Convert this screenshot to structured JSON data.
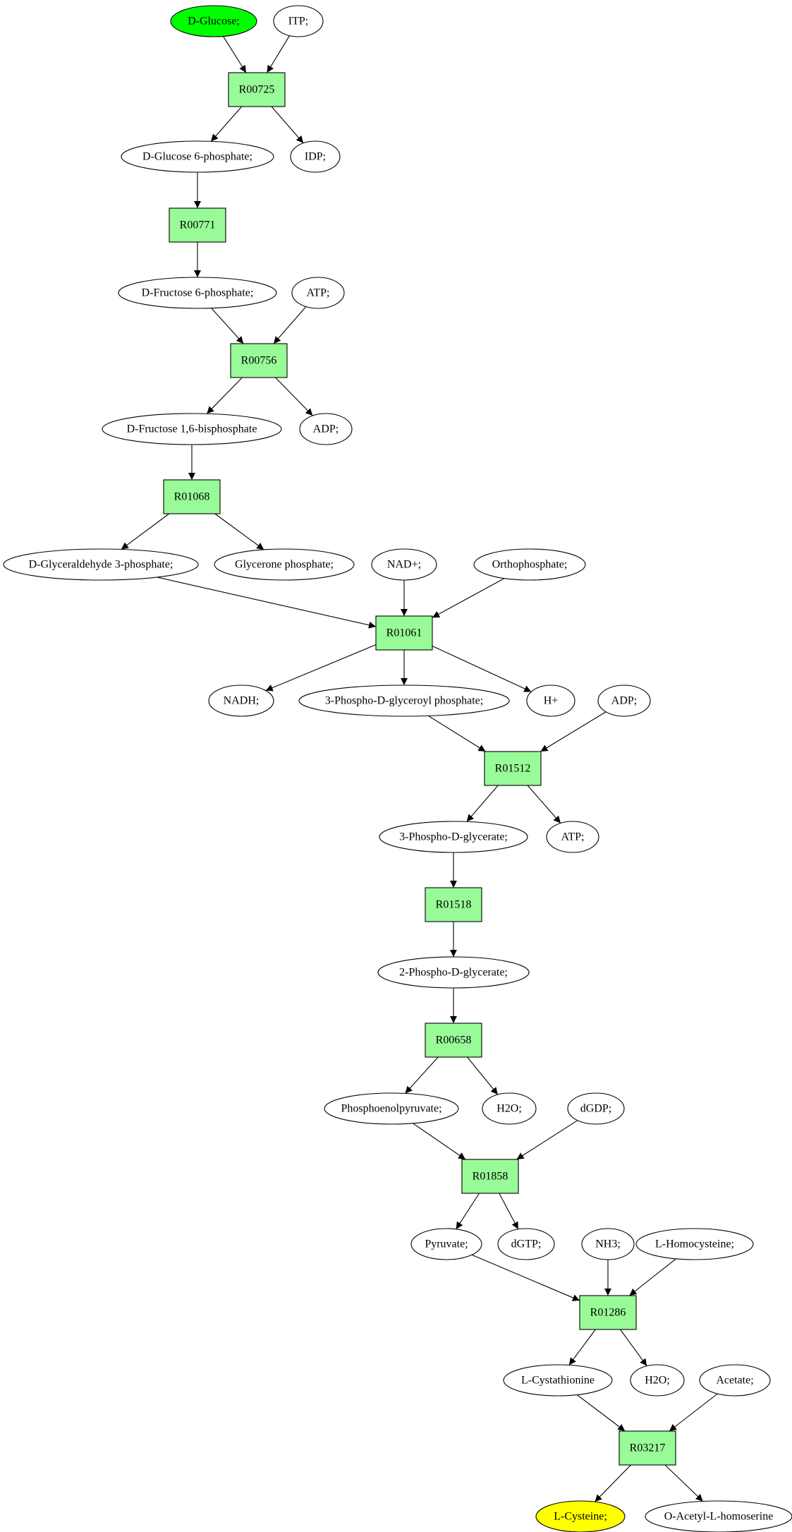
{
  "colors": {
    "reaction_fill": "#98fb98",
    "start_fill": "#00ff00",
    "end_fill": "#ffff00",
    "default_fill": "#ffffff",
    "stroke": "#000000"
  },
  "nodes": [
    {
      "id": "dglucose",
      "label": "D-Glucose;",
      "shape": "ellipse",
      "role": "start"
    },
    {
      "id": "itp",
      "label": "ITP;",
      "shape": "ellipse"
    },
    {
      "id": "r00725",
      "label": "R00725",
      "shape": "box"
    },
    {
      "id": "g6p",
      "label": "D-Glucose 6-phosphate;",
      "shape": "ellipse"
    },
    {
      "id": "idp",
      "label": "IDP;",
      "shape": "ellipse"
    },
    {
      "id": "r00771",
      "label": "R00771",
      "shape": "box"
    },
    {
      "id": "f6p",
      "label": "D-Fructose 6-phosphate;",
      "shape": "ellipse"
    },
    {
      "id": "atp1",
      "label": "ATP;",
      "shape": "ellipse"
    },
    {
      "id": "r00756",
      "label": "R00756",
      "shape": "box"
    },
    {
      "id": "fbp",
      "label": "D-Fructose 1,6-bisphosphate",
      "shape": "ellipse"
    },
    {
      "id": "adp1",
      "label": "ADP;",
      "shape": "ellipse"
    },
    {
      "id": "r01068",
      "label": "R01068",
      "shape": "box"
    },
    {
      "id": "g3p",
      "label": "D-Glyceraldehyde 3-phosphate;",
      "shape": "ellipse"
    },
    {
      "id": "dhap",
      "label": "Glycerone phosphate;",
      "shape": "ellipse"
    },
    {
      "id": "nad",
      "label": "NAD+;",
      "shape": "ellipse"
    },
    {
      "id": "pi",
      "label": "Orthophosphate;",
      "shape": "ellipse"
    },
    {
      "id": "r01061",
      "label": "R01061",
      "shape": "box"
    },
    {
      "id": "nadh",
      "label": "NADH;",
      "shape": "ellipse"
    },
    {
      "id": "bpg",
      "label": "3-Phospho-D-glyceroyl phosphate;",
      "shape": "ellipse"
    },
    {
      "id": "hplus",
      "label": "H+",
      "shape": "ellipse"
    },
    {
      "id": "adp2",
      "label": "ADP;",
      "shape": "ellipse"
    },
    {
      "id": "r01512",
      "label": "R01512",
      "shape": "box"
    },
    {
      "id": "pg3",
      "label": "3-Phospho-D-glycerate;",
      "shape": "ellipse"
    },
    {
      "id": "atp2",
      "label": "ATP;",
      "shape": "ellipse"
    },
    {
      "id": "r01518",
      "label": "R01518",
      "shape": "box"
    },
    {
      "id": "pg2",
      "label": "2-Phospho-D-glycerate;",
      "shape": "ellipse"
    },
    {
      "id": "r00658",
      "label": "R00658",
      "shape": "box"
    },
    {
      "id": "pep",
      "label": "Phosphoenolpyruvate;",
      "shape": "ellipse"
    },
    {
      "id": "h2o1",
      "label": "H2O;",
      "shape": "ellipse"
    },
    {
      "id": "dgdp",
      "label": "dGDP;",
      "shape": "ellipse"
    },
    {
      "id": "r01858",
      "label": "R01858",
      "shape": "box"
    },
    {
      "id": "pyr",
      "label": "Pyruvate;",
      "shape": "ellipse"
    },
    {
      "id": "dgtp",
      "label": "dGTP;",
      "shape": "ellipse"
    },
    {
      "id": "nh3",
      "label": "NH3;",
      "shape": "ellipse"
    },
    {
      "id": "lhcy",
      "label": "L-Homocysteine;",
      "shape": "ellipse"
    },
    {
      "id": "r01286",
      "label": "R01286",
      "shape": "box"
    },
    {
      "id": "lcth",
      "label": "L-Cystathionine",
      "shape": "ellipse"
    },
    {
      "id": "h2o2",
      "label": "H2O;",
      "shape": "ellipse"
    },
    {
      "id": "acetate",
      "label": "Acetate;",
      "shape": "ellipse"
    },
    {
      "id": "r03217",
      "label": "R03217",
      "shape": "box"
    },
    {
      "id": "lcys",
      "label": "L-Cysteine;",
      "shape": "ellipse",
      "role": "end"
    },
    {
      "id": "oahs",
      "label": "O-Acetyl-L-homoserine",
      "shape": "ellipse"
    }
  ],
  "edges": [
    [
      "dglucose",
      "r00725"
    ],
    [
      "itp",
      "r00725"
    ],
    [
      "r00725",
      "g6p"
    ],
    [
      "r00725",
      "idp"
    ],
    [
      "g6p",
      "r00771"
    ],
    [
      "r00771",
      "f6p"
    ],
    [
      "f6p",
      "r00756"
    ],
    [
      "atp1",
      "r00756"
    ],
    [
      "r00756",
      "fbp"
    ],
    [
      "r00756",
      "adp1"
    ],
    [
      "fbp",
      "r01068"
    ],
    [
      "r01068",
      "g3p"
    ],
    [
      "r01068",
      "dhap"
    ],
    [
      "g3p",
      "r01061"
    ],
    [
      "nad",
      "r01061"
    ],
    [
      "pi",
      "r01061"
    ],
    [
      "r01061",
      "nadh"
    ],
    [
      "r01061",
      "bpg"
    ],
    [
      "r01061",
      "hplus"
    ],
    [
      "bpg",
      "r01512"
    ],
    [
      "adp2",
      "r01512"
    ],
    [
      "r01512",
      "pg3"
    ],
    [
      "r01512",
      "atp2"
    ],
    [
      "pg3",
      "r01518"
    ],
    [
      "r01518",
      "pg2"
    ],
    [
      "pg2",
      "r00658"
    ],
    [
      "r00658",
      "pep"
    ],
    [
      "r00658",
      "h2o1"
    ],
    [
      "pep",
      "r01858"
    ],
    [
      "dgdp",
      "r01858"
    ],
    [
      "r01858",
      "pyr"
    ],
    [
      "r01858",
      "dgtp"
    ],
    [
      "pyr",
      "r01286"
    ],
    [
      "nh3",
      "r01286"
    ],
    [
      "lhcy",
      "r01286"
    ],
    [
      "r01286",
      "lcth"
    ],
    [
      "r01286",
      "h2o2"
    ],
    [
      "lcth",
      "r03217"
    ],
    [
      "acetate",
      "r03217"
    ],
    [
      "r03217",
      "lcys"
    ],
    [
      "r03217",
      "oahs"
    ]
  ]
}
